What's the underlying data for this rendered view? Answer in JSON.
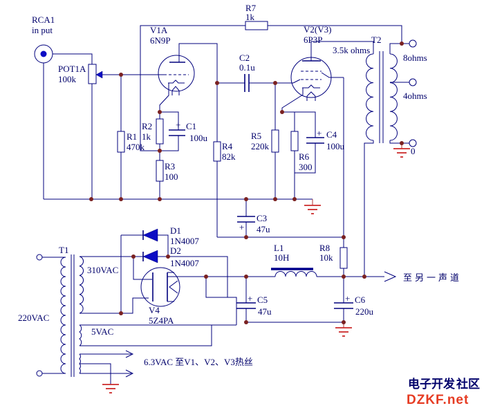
{
  "schematic": {
    "input": {
      "jack": {
        "name": "RCA1",
        "sub": "in put"
      },
      "pot": {
        "name": "POT1A",
        "value": "100k"
      }
    },
    "v1": {
      "name": "V1A",
      "type": "6N9P"
    },
    "v2": {
      "name": "V2(V3)",
      "type": "6P3P"
    },
    "v4": {
      "name": "V4",
      "type": "5Z4PA"
    },
    "r1": {
      "name": "R1",
      "value": "470k"
    },
    "r2": {
      "name": "R2",
      "value": "1k"
    },
    "r3": {
      "name": "R3",
      "value": "100"
    },
    "r4": {
      "name": "R4",
      "value": "82k"
    },
    "r5": {
      "name": "R5",
      "value": "220k"
    },
    "r6": {
      "name": "R6",
      "value": "300"
    },
    "r7": {
      "name": "R7",
      "value": "1k"
    },
    "r8": {
      "name": "R8",
      "value": "10k"
    },
    "c1": {
      "plus": "+",
      "name": "C1",
      "value": "100u"
    },
    "c2": {
      "name": "C2",
      "value": "0.1u"
    },
    "c3": {
      "plus": "+",
      "name": "C3",
      "value": "47u"
    },
    "c4": {
      "plus": "+",
      "name": "C4",
      "value": "100u"
    },
    "c5": {
      "plus": "+",
      "name": "C5",
      "value": "47u"
    },
    "c6": {
      "plus": "+",
      "name": "C6",
      "value": "220u"
    },
    "d1": {
      "name": "D1",
      "value": "1N4007"
    },
    "d2": {
      "name": "D2",
      "value": "1N4007"
    },
    "l1": {
      "name": "L1",
      "value": "10H"
    },
    "t1": {
      "name": "T1",
      "mains": "220VAC",
      "hv": "310VAC",
      "rectifier_filament": "5VAC",
      "heater": "6.3VAC 至V1、V2、V3热丝"
    },
    "t2": {
      "name": "T2",
      "primary_impedance": "3.5k ohms",
      "tap_8": "8ohms",
      "tap_4": "4ohms",
      "tap_0": "0"
    },
    "to_other_channel": "至另一声道"
  },
  "watermark": {
    "community_light": "电子开发",
    "community_accent": "社区",
    "site": "DZKF.net"
  },
  "colors": {
    "wire": "#00007d",
    "label_text": "#00006b",
    "diode_fill": "#0d0dc4",
    "junction_dot": "#7a2121",
    "ground": "#cc2a2a",
    "rca_center": "#0d0dc4",
    "choke_bar": "#00008b",
    "watermark_light": "#f2907e",
    "watermark_accent": "#e8503a",
    "watermark_site": "#e63c23"
  }
}
